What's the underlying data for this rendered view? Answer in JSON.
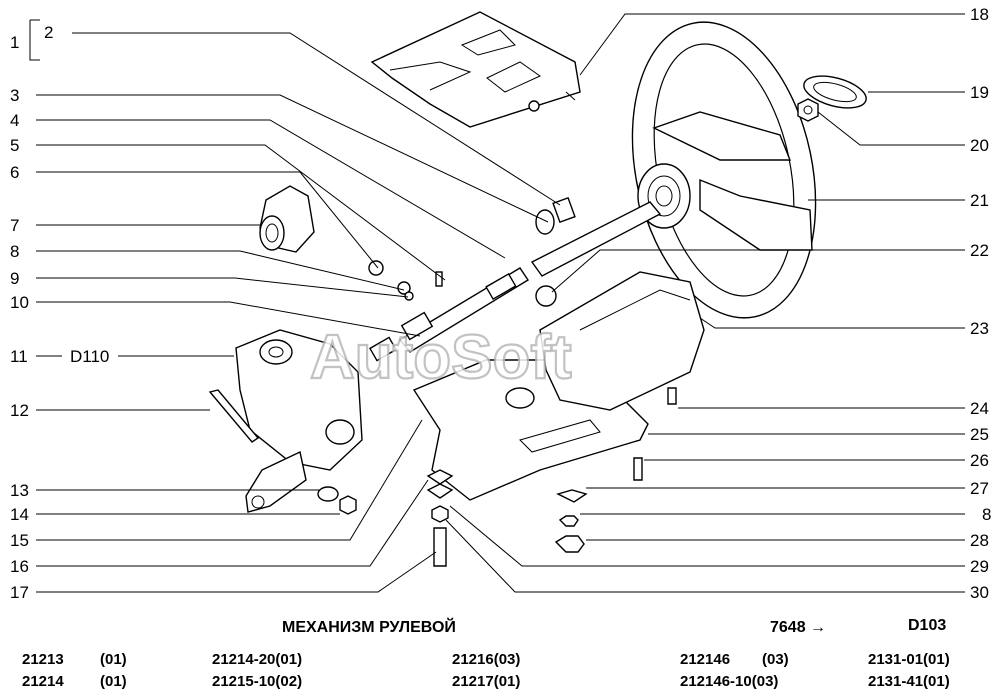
{
  "labels_left": [
    "1",
    "2",
    "3",
    "4",
    "5",
    "6",
    "7",
    "8",
    "9",
    "10",
    "11",
    "12",
    "13",
    "14",
    "15",
    "16",
    "17"
  ],
  "labels_right": [
    "18",
    "19",
    "20",
    "21",
    "22",
    "23",
    "24",
    "25",
    "26",
    "27",
    "8",
    "28",
    "29",
    "30"
  ],
  "label_11_ref": "D110",
  "watermark": "AutoSoft",
  "title": "МЕХАНИЗМ РУЛЕВОЙ",
  "range_code": "7648 →",
  "page_code": "D103",
  "models": [
    [
      "21213",
      "(01)"
    ],
    [
      "21214",
      "(01)"
    ],
    [
      "21214-20(01)",
      ""
    ],
    [
      "21215-10(02)",
      ""
    ],
    [
      "21216(03)",
      ""
    ],
    [
      "21217(01)",
      ""
    ],
    [
      "212146",
      "(03)"
    ],
    [
      "212146-10(03)",
      ""
    ],
    [
      "2131-01(01)",
      ""
    ],
    [
      "2131-41(01)",
      ""
    ]
  ]
}
